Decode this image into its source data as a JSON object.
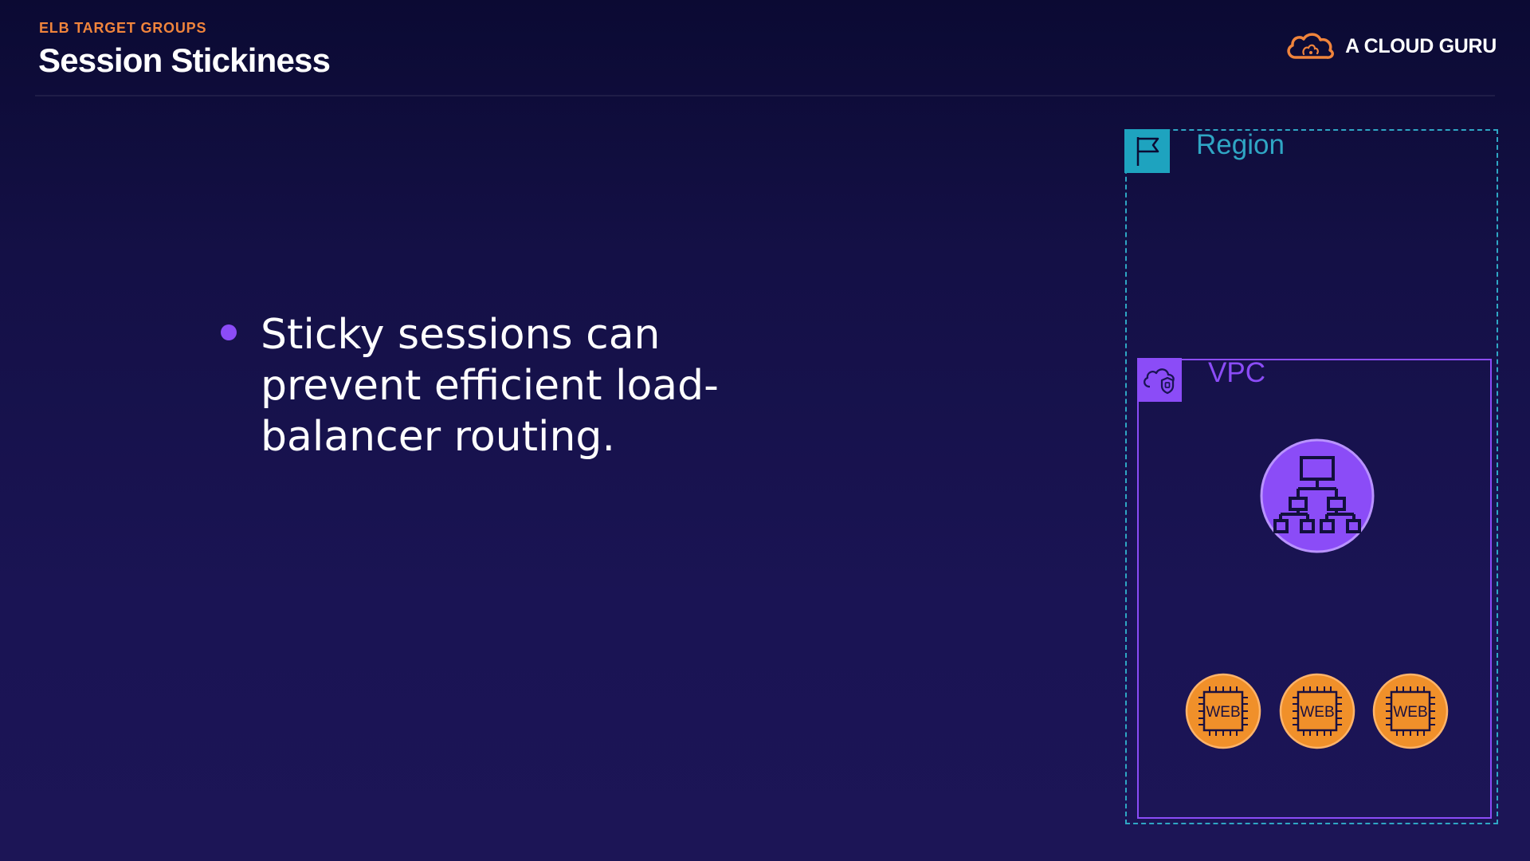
{
  "header": {
    "eyebrow": "ELB TARGET GROUPS",
    "title": "Session Stickiness",
    "brand": "A CLOUD GURU"
  },
  "content": {
    "bullets": [
      "Sticky sessions can prevent efficient load-balancer routing."
    ]
  },
  "diagram": {
    "region_label": "Region",
    "vpc_label": "VPC",
    "load_balancer_icon": "elastic-load-balancer-icon",
    "instances": [
      {
        "label": "WEB",
        "icon": "ec2-instance-icon"
      },
      {
        "label": "WEB",
        "icon": "ec2-instance-icon"
      },
      {
        "label": "WEB",
        "icon": "ec2-instance-icon"
      }
    ]
  },
  "colors": {
    "background": "#141046",
    "accent_orange": "#f0843c",
    "accent_purple": "#8b4cf7",
    "region_teal": "#2fa6c4"
  }
}
